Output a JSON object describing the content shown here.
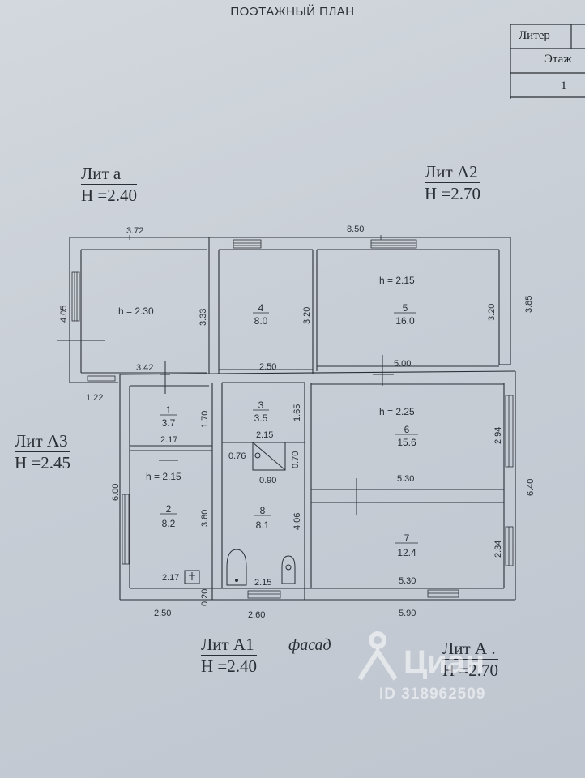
{
  "title": "ПОЭТАЖНЫЙ ПЛАН",
  "stamp": {
    "liter": "Литер",
    "floor_label": "Этаж",
    "floor_value": "1"
  },
  "lit_labels": [
    {
      "name": "Лит  а",
      "height": "H =2.40"
    },
    {
      "name": "Лит  А2",
      "height": "H =2.70"
    },
    {
      "name": "Лит  А3",
      "height": "H =2.45"
    },
    {
      "name": "Лит  А1",
      "height": "H =2.40"
    },
    {
      "name": "Лит  А .",
      "height": "H =2.70"
    }
  ],
  "facade": "фасад",
  "rooms": [
    {
      "num": "1",
      "area": "3.7"
    },
    {
      "num": "2",
      "area": "8.2"
    },
    {
      "num": "3",
      "area": "3.5"
    },
    {
      "num": "4",
      "area": "8.0"
    },
    {
      "num": "5",
      "area": "16.0"
    },
    {
      "num": "6",
      "area": "15.6"
    },
    {
      "num": "7",
      "area": "12.4"
    },
    {
      "num": "8",
      "area": "8.1"
    }
  ],
  "heights": [
    "h = 2.30",
    "h = 2.15",
    "h = 2.25",
    "h = 2.15"
  ],
  "dimensions": [
    "3.72",
    "8.50",
    "4.05",
    "3.33",
    "3.20",
    "3.20",
    "3.85",
    "3.42",
    "2.50",
    "5.00",
    "1.22",
    "1.70",
    "1.65",
    "2.94",
    "2.17",
    "2.15",
    "0.76",
    "0.70",
    "0.90",
    "6.00",
    "3.80",
    "4.06",
    "5.30",
    "6.40",
    "2.34",
    "2.17",
    "2.15",
    "5.30",
    "0.20",
    "2.50",
    "2.60",
    "5.90"
  ],
  "watermark": {
    "brand": "Циан",
    "id": "ID 318962509"
  }
}
